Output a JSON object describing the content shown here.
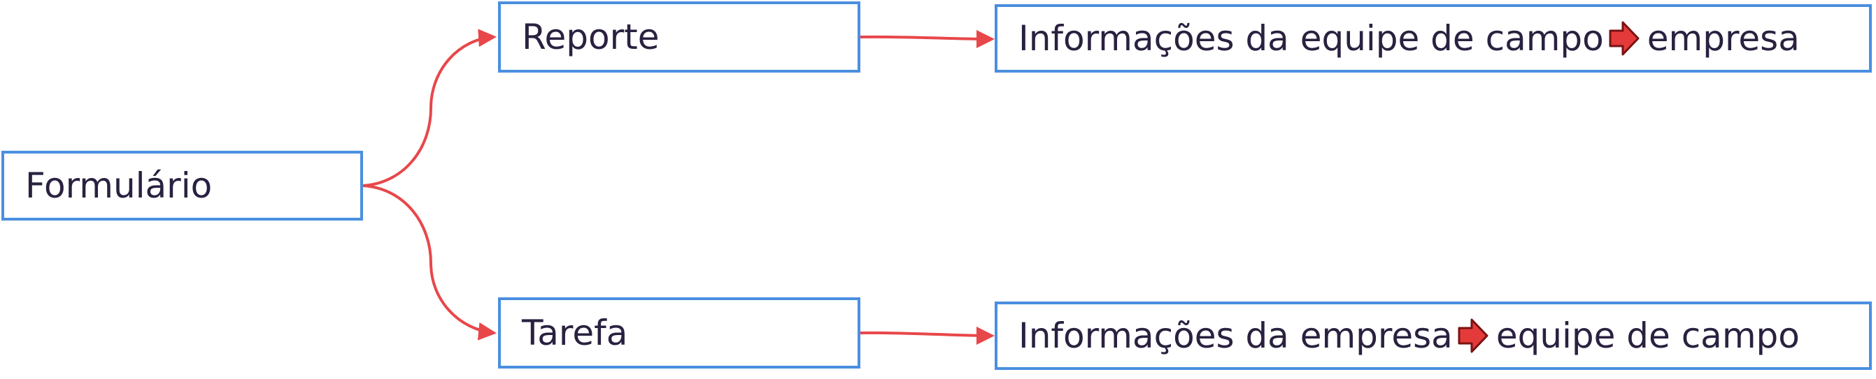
{
  "nodes": {
    "formulario": "Formulário",
    "reporte": "Reporte",
    "tarefa": "Tarefa",
    "info_top": {
      "before": "Informações da equipe de campo",
      "after": "empresa"
    },
    "info_bottom": {
      "before": "Informações da empresa",
      "after": "equipe de campo"
    }
  },
  "icons": {
    "inline_arrow": "right-arrow-icon"
  },
  "colors": {
    "box_border": "#4a8fe0",
    "connector": "#e8474a",
    "text": "#2a2140",
    "arrow_fill": "#e53a3a",
    "arrow_outline": "#7a1212"
  }
}
